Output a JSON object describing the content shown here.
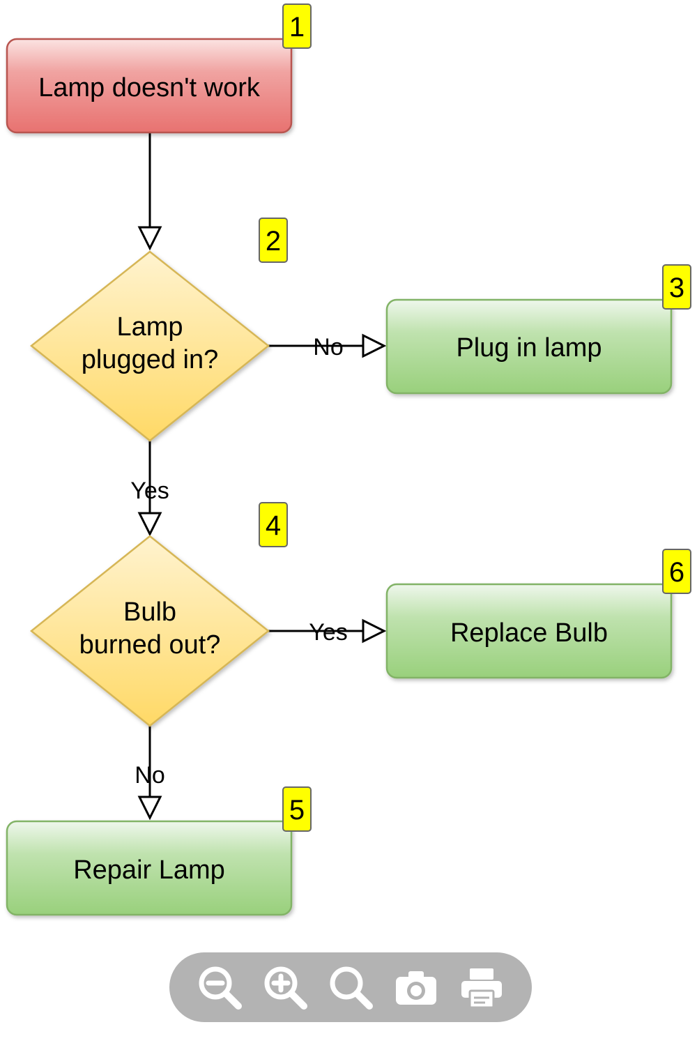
{
  "colors": {
    "start_fill_top": "#f8cecc",
    "start_fill_bottom": "#ea6b66",
    "start_stroke": "#b85450",
    "decision_fill_top": "#fff2cc",
    "decision_fill_bottom": "#ffd966",
    "decision_stroke": "#d6b656",
    "action_fill_top": "#d5e8d4",
    "action_fill_bottom": "#97d077",
    "action_stroke": "#82b366",
    "badge_fill": "#ffff00",
    "badge_stroke": "#666666",
    "toolbar_bg": "#b3b3b3",
    "toolbar_icon": "#ffffff"
  },
  "nodes": {
    "start": {
      "label": "Lamp doesn't work",
      "badge": "1"
    },
    "plugged": {
      "label_line1": "Lamp",
      "label_line2": "plugged in?",
      "badge": "2"
    },
    "plug_in": {
      "label": "Plug in lamp",
      "badge": "3"
    },
    "bulb": {
      "label_line1": "Bulb",
      "label_line2": "burned out?",
      "badge": "4"
    },
    "repair": {
      "label": "Repair Lamp",
      "badge": "5"
    },
    "replace": {
      "label": "Replace Bulb",
      "badge": "6"
    }
  },
  "edges": {
    "plugged_no": "No",
    "plugged_yes": "Yes",
    "bulb_yes": "Yes",
    "bulb_no": "No"
  },
  "toolbar": {
    "items": [
      "zoom-out-icon",
      "zoom-in-icon",
      "zoom-fit-icon",
      "camera-icon",
      "print-icon"
    ]
  }
}
